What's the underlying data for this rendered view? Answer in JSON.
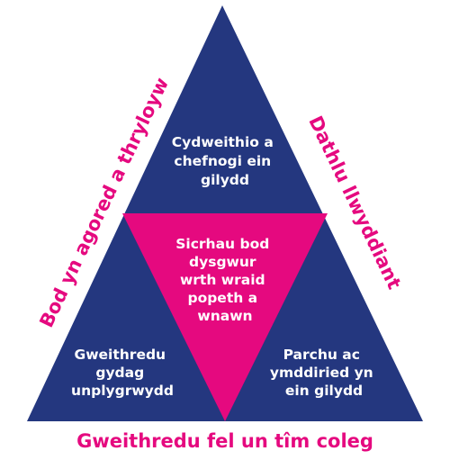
{
  "colors": {
    "triangle": "#24377f",
    "center": "#e5097f",
    "text_inner": "#ffffff",
    "text_outer": "#e5097f"
  },
  "sections": {
    "top": [
      "Cydweithio a",
      "chefnogi ein",
      "gilydd"
    ],
    "center": [
      "Sicrhau bod",
      "dysgwur",
      "wrth wraid",
      "popeth a",
      "wnawn"
    ],
    "bottom_left": [
      "Gweithredu",
      "gydag",
      "unplygrwydd"
    ],
    "bottom_right": [
      "Parchu ac",
      "ymddiried yn",
      "ein gilydd"
    ]
  },
  "sides": {
    "left": "Bod yn agored a thryloyw",
    "right": "Dathlu llwyddiant",
    "bottom": "Gweithredu fel un tîm coleg"
  }
}
